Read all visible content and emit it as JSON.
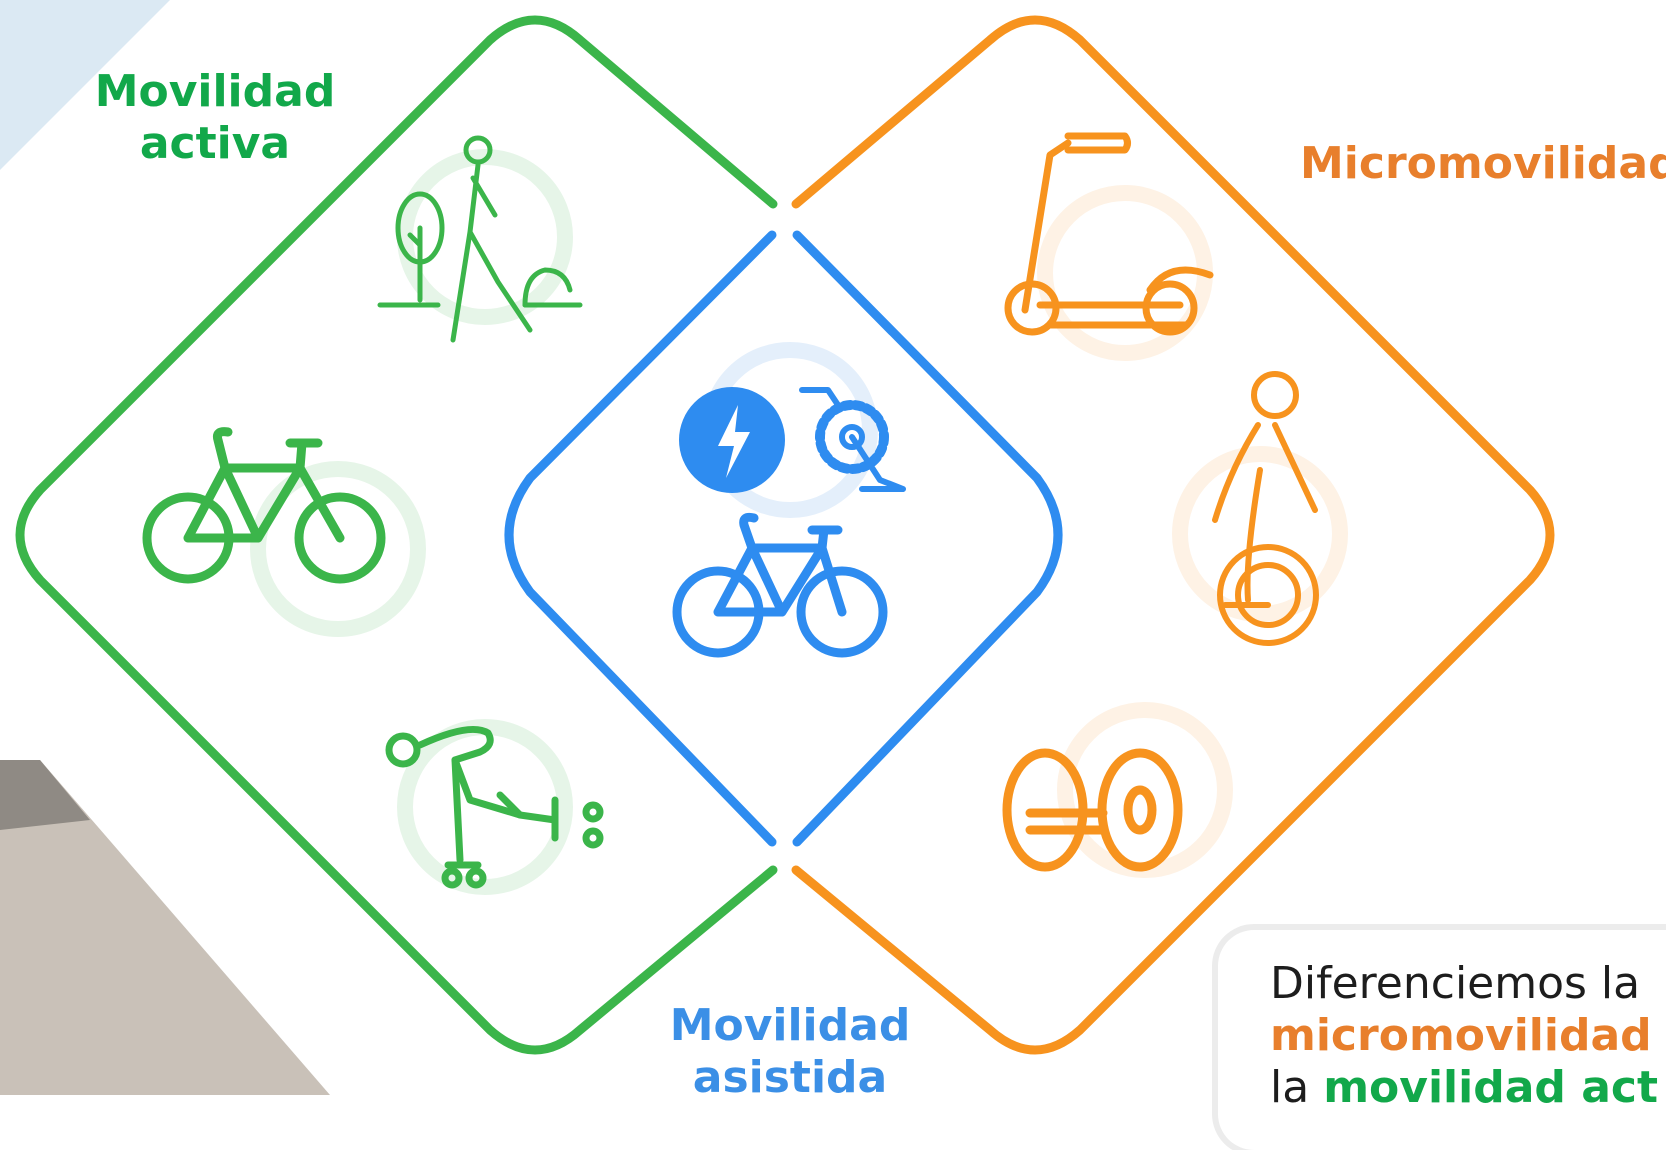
{
  "labels": {
    "active": "Movilidad\nactiva",
    "micro": "Micromovilidad",
    "assisted": "Movilidad\nasistida"
  },
  "callout": {
    "line1": "Diferenciemos la",
    "line2": "micromovilidad",
    "line3_prefix": "la",
    "line3_highlight": "movilidad act"
  },
  "icons": {
    "active": [
      "person-walking-park-icon",
      "bicycle-icon",
      "inline-skater-icon"
    ],
    "assisted": [
      "electric-bolt-icon",
      "pedal-crank-icon",
      "bicycle-icon"
    ],
    "micro": [
      "kick-scooter-icon",
      "electric-unicycle-icon",
      "hoverboard-icon"
    ]
  },
  "colors": {
    "active": "#3bb54a",
    "micro": "#f7931e",
    "micro_text": "#e87f2c",
    "assisted": "#2e8cf0",
    "assisted_text": "#3b8fe6",
    "active_text": "#12a84a"
  }
}
